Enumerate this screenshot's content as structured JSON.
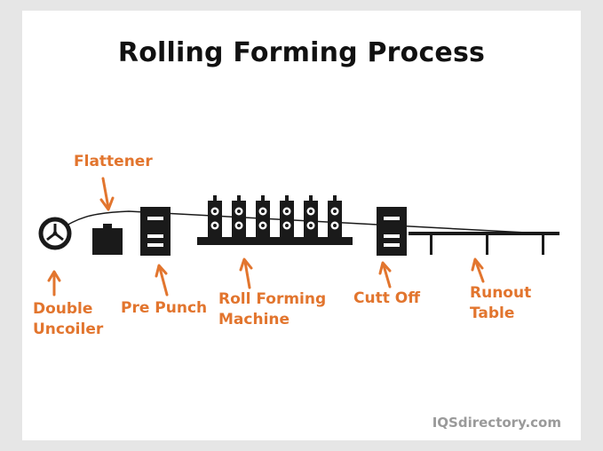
{
  "title": "Rolling Forming Process",
  "labels": {
    "flattener": "Flattener",
    "double_uncoiler": [
      "Double",
      "Uncoiler"
    ],
    "pre_punch": "Pre Punch",
    "roll_forming_machine": [
      "Roll Forming",
      "Machine"
    ],
    "cutt_off": "Cutt Off",
    "runout_table": [
      "Runout",
      "Table"
    ]
  },
  "watermark": "IQSdirectory.com",
  "colors": {
    "accent": "#e2752e",
    "machine": "#1a1a1a",
    "frame": "#e6e6e6"
  },
  "icons": {
    "uncoiler": "coil-wheel-icon",
    "arrow": "arrow-pointer-icon"
  }
}
